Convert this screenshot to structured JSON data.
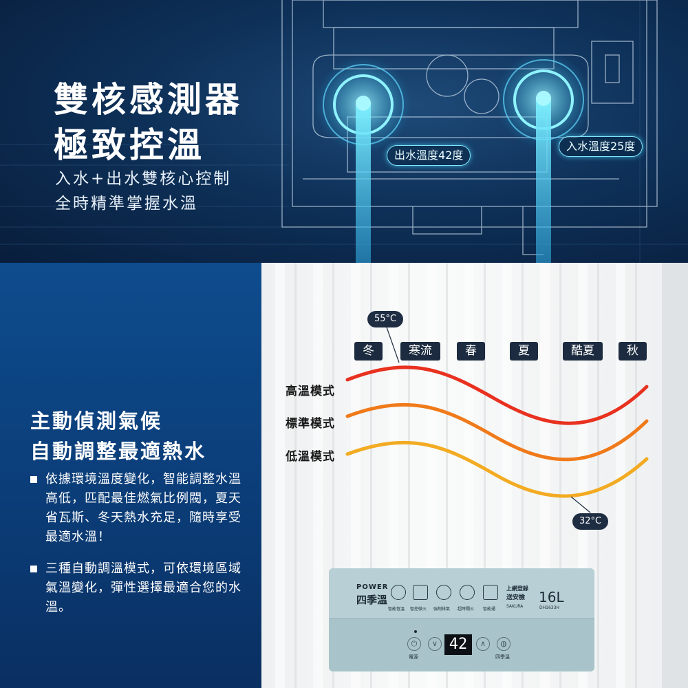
{
  "hero": {
    "title_line1": "雙核感測器",
    "title_line2": "極致控溫",
    "sub_line1": "入水+出水雙核心控制",
    "sub_line2": "全時精準掌握水溫",
    "outlet_temp_label": "出水溫度42度",
    "inlet_temp_label": "入水溫度25度"
  },
  "feature": {
    "title_line1": "主動偵測氣候",
    "title_line2": "自動調整最適熱水",
    "bullets": [
      "依據環境溫度變化，智能調整水溫高低，匹配最佳燃氣比例閥，夏天省瓦斯、冬天熱水充足，隨時享受最適水溫！",
      "三種自動調溫模式，可依環境區域氣溫變化，彈性選擇最適合您的水溫。"
    ]
  },
  "chart": {
    "max_label": "55°C",
    "min_label": "32°C",
    "seasons": [
      "冬",
      "寒流",
      "春",
      "夏",
      "酷夏",
      "秋"
    ],
    "modes": [
      "高溫模式",
      "標準模式",
      "低溫模式"
    ],
    "colors": {
      "high": "#e8311f",
      "standard": "#f07a1a",
      "low": "#f2ab22"
    }
  },
  "panel": {
    "power_label": "POWER",
    "brand_mode": "四季溫",
    "features": [
      "智能恆溫",
      "智控微火",
      "強制排氣",
      "超時關火",
      "智能通"
    ],
    "promo_line1": "上網登錄",
    "promo_line2": "送安檢",
    "capacity": "16L",
    "brand_small": "SAKURA",
    "model": "DH1633H",
    "display_value": "42",
    "power_btn_label": "電源",
    "season_btn_label": "四季溫"
  }
}
